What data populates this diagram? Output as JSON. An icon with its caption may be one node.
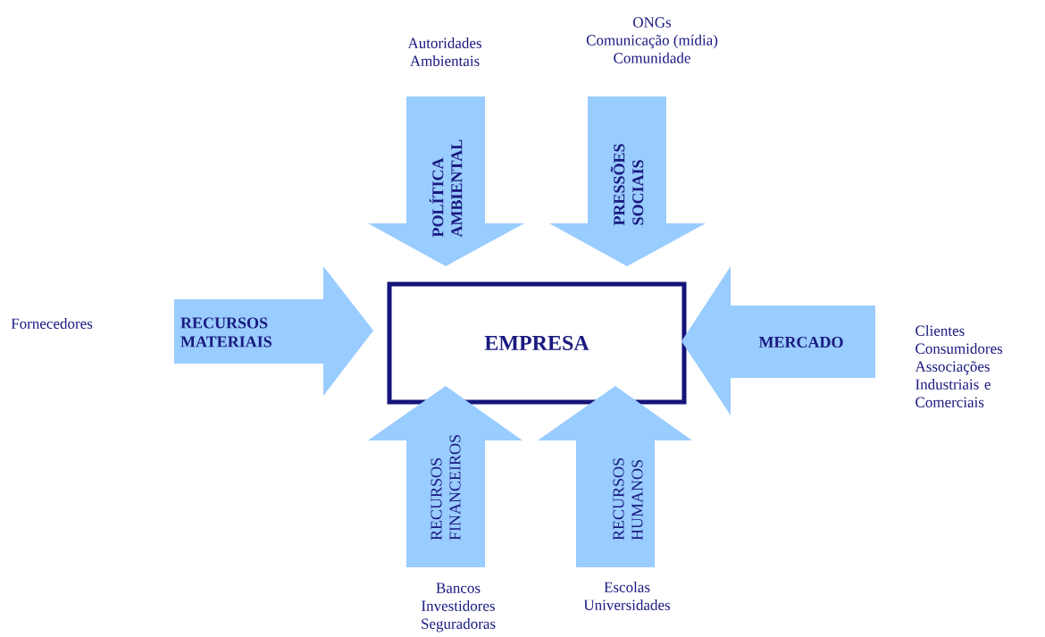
{
  "diagram": {
    "nodes": [
      {
        "text": [
          "EMPRESA"
        ]
      },
      {
        "text": [
          "POLÍTICA AMBIENTAL"
        ],
        "beside": [
          "Autoridades Ambientais"
        ]
      },
      {
        "text": [
          "PRESSÕES SOCIAIS"
        ],
        "beside": [
          "ONGs Comunicação (mídia) Comunidade"
        ]
      },
      {
        "text": [
          "RECURSOS MATERIAIS"
        ]
      },
      {
        "text": [
          "MERCADO"
        ],
        "beside": [
          "Clientes Consumidores Associações Industriais e Comerciais"
        ]
      },
      {
        "text": [
          "RECURSOS FINANCEIROS"
        ],
        "beside": [
          "Bancos Investidores Seguradoras"
        ]
      },
      {
        "text": [
          "RECURSOS HUMANOS"
        ],
        "beside": [
          "Escolas Universidades"
        ]
      }
    ],
    "labels": [
      "Fornecedores"
    ]
  }
}
